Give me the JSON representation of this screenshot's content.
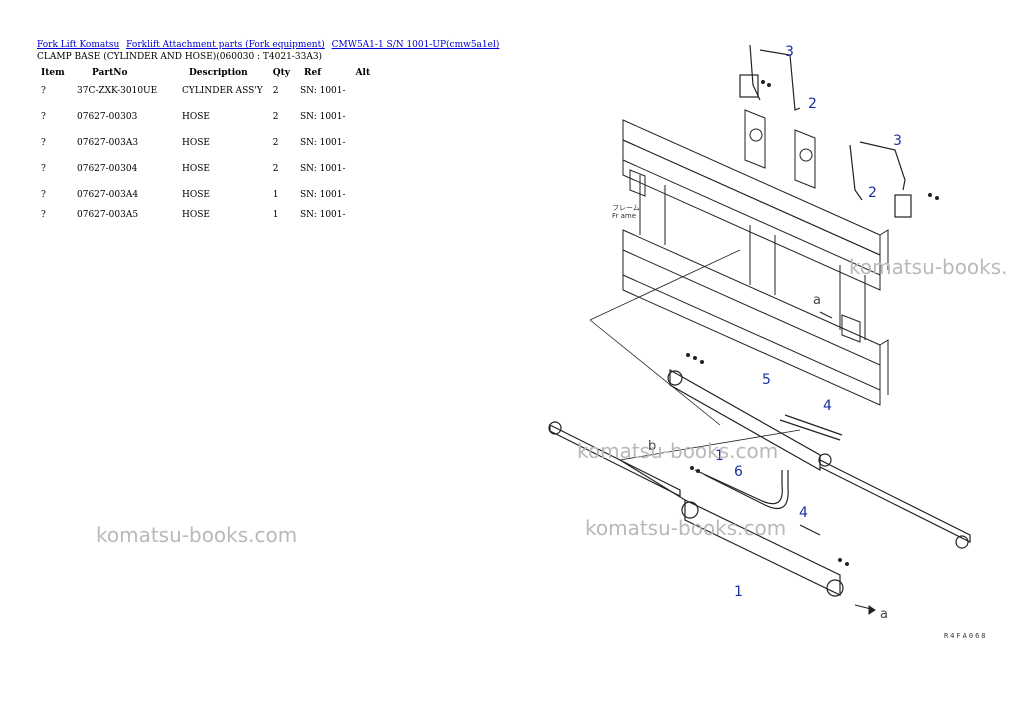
{
  "breadcrumb": {
    "links": [
      "Fork Lift Komatsu",
      "Forklift Attachment parts (Fork equipment)",
      "CMW5A1-1 S/N 1001-UP(cmw5a1el)"
    ]
  },
  "page": {
    "subtitle": "CLAMP BASE (CYLINDER AND HOSE)(060030 : T4021-33A3)"
  },
  "table": {
    "headers": [
      "Item",
      "PartNo",
      "Description",
      "Qty",
      "Ref",
      "Alt"
    ],
    "rows": [
      {
        "item": "?",
        "partno": "37C-ZXK-3010UE",
        "description": "CYLINDER ASS'Y",
        "qty": "2",
        "ref": "SN: 1001-",
        "alt": ""
      },
      {
        "item": "?",
        "partno": "07627-00303",
        "description": "HOSE",
        "qty": "2",
        "ref": "SN: 1001-",
        "alt": ""
      },
      {
        "item": "?",
        "partno": "07627-003A3",
        "description": "HOSE",
        "qty": "2",
        "ref": "SN: 1001-",
        "alt": ""
      },
      {
        "item": "?",
        "partno": "07627-00304",
        "description": "HOSE",
        "qty": "2",
        "ref": "SN: 1001-",
        "alt": ""
      },
      {
        "item": "?",
        "partno": "07627-003A4",
        "description": "HOSE",
        "qty": "1",
        "ref": "SN: 1001-",
        "alt": ""
      },
      {
        "item": "?",
        "partno": "07627-003A5",
        "description": "HOSE",
        "qty": "1",
        "ref": "SN: 1001-",
        "alt": ""
      }
    ]
  },
  "watermark": {
    "text_left": "komatsu-books.com",
    "text_mid1": "komatsu-books.com",
    "text_mid2": "komatsu-books.com",
    "text_right": "komatsu-books."
  },
  "diagram": {
    "callouts": [
      "3",
      "2",
      "3",
      "2",
      "5",
      "4",
      "1",
      "6",
      "4",
      "1"
    ],
    "letters": [
      "a",
      "b",
      "a"
    ],
    "frame_label": "フレーム",
    "frame_label_sub": "Fr ame",
    "code": "R4FA068"
  }
}
